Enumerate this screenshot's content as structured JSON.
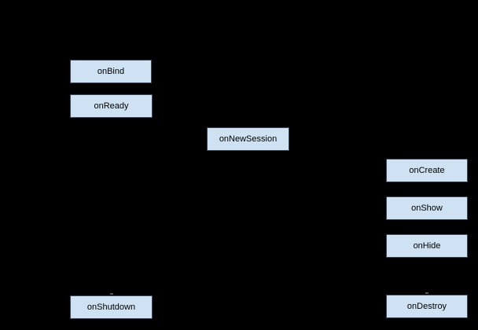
{
  "diagram": {
    "type": "flowchart-lifecycle",
    "background_color": "#000000",
    "node_style": {
      "fill_color": "#cfe2f3",
      "border_color": "#3b4757",
      "text_color": "#000000"
    },
    "nodes": [
      {
        "id": "onBind",
        "label": "onBind"
      },
      {
        "id": "onReady",
        "label": "onReady"
      },
      {
        "id": "onNewSession",
        "label": "onNewSession"
      },
      {
        "id": "onCreate",
        "label": "onCreate"
      },
      {
        "id": "onShow",
        "label": "onShow"
      },
      {
        "id": "onHide",
        "label": "onHide"
      },
      {
        "id": "onDestroy",
        "label": "onDestroy"
      },
      {
        "id": "onShutdown",
        "label": "onShutdown"
      }
    ]
  }
}
